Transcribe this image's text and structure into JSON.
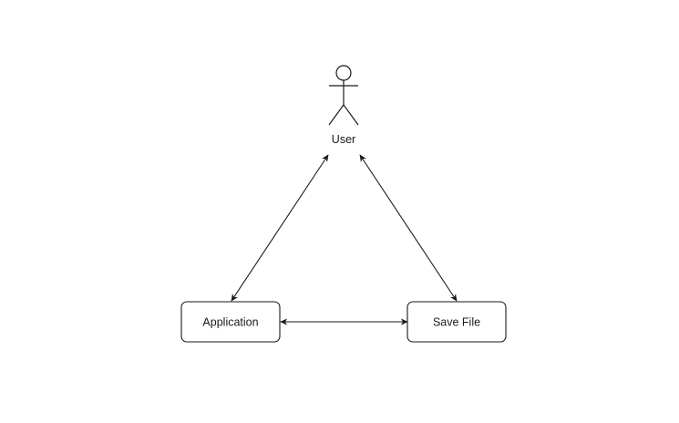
{
  "diagram": {
    "nodes": [
      {
        "id": "user",
        "kind": "actor",
        "label": "User"
      },
      {
        "id": "application",
        "kind": "box",
        "label": "Application"
      },
      {
        "id": "save-file",
        "kind": "box",
        "label": "Save File"
      }
    ],
    "edges": [
      {
        "from": "user",
        "to": "application",
        "direction": "both"
      },
      {
        "from": "user",
        "to": "save-file",
        "direction": "both"
      },
      {
        "from": "application",
        "to": "save-file",
        "direction": "both"
      }
    ]
  }
}
